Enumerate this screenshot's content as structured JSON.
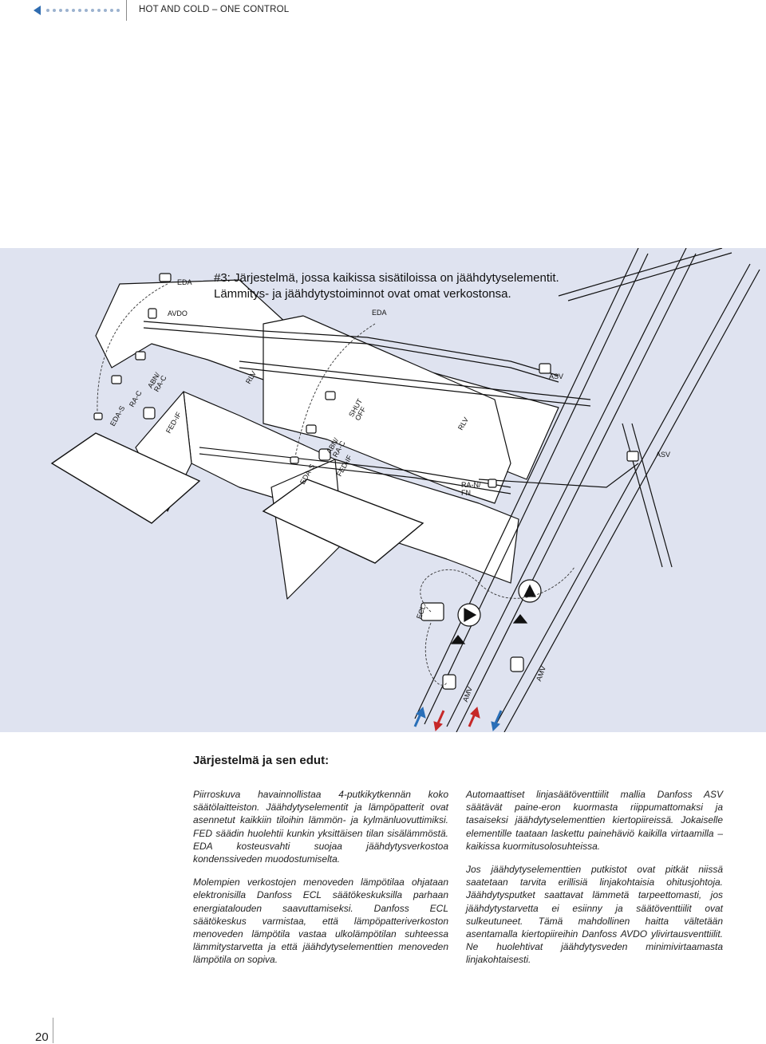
{
  "header": {
    "title": "HOT AND COLD – ONE CONTROL"
  },
  "figure": {
    "caption_line1": "#3: Järjestelmä, jossa kaikissa sisätiloissa on jäähdytyselementit.",
    "caption_line2": "Lämmitys- ja jäähdytystoiminnot ovat omat verkostonsa.",
    "labels": {
      "eda_top": "EDA",
      "avdo": "AVDO",
      "eda_center": "EDA",
      "abn_rac_left": "ABN/\nRA-C",
      "ra_c_left": "RA-C",
      "eda_s_left": "EDA-S",
      "fed_if_left": "FED-IF",
      "rlv_left": "RLV",
      "asv_top": "ASV",
      "shut_off": "SHUT\nOFF",
      "abn_rac_center": "ABN/\nRA-C",
      "eda_s_center": "EDA-S",
      "fed_if_center": "FED-IF",
      "rlv_center": "RLV",
      "asv_right": "ASV",
      "ra_n_fn_1": "RA-N/",
      "ra_n_fn_2": "FN",
      "ecl": "ECL",
      "amv_left": "AMV",
      "amv_right": "AMV"
    },
    "arrow_colors": {
      "supply_cold": "#2a6fb8",
      "supply_hot": "#c62828"
    }
  },
  "body": {
    "heading": "Järjestelmä ja sen edut:",
    "left_paragraphs": [
      "Piirroskuva havainnollistaa 4-putkikytkennän koko säätölaitteiston. Jäähdytyselementit ja lämpöpatterit ovat asennetut kaikkiin tiloihin lämmön- ja kylmänluovuttimiksi. FED säädin huolehtii kunkin yksittäisen tilan sisälämmöstä. EDA kosteusvahti suojaa jäähdytysverkostoa kondenssiveden muodostumiselta.",
      "Molempien verkostojen menoveden lämpötilaa ohjataan elektronisilla Danfoss ECL säätökeskuksilla parhaan energiatalouden saavuttamiseksi. Danfoss ECL säätökeskus varmistaa, että lämpöpatteriverkoston menoveden lämpötila vastaa ulkolämpötilan suhteessa lämmitystarvetta ja että jäähdytyselementtien menoveden lämpötila on sopiva."
    ],
    "right_paragraphs": [
      "Automaattiset linjasäätöventtiilit mallia Danfoss ASV säätävät paine-eron kuormasta riippumattomaksi ja tasaiseksi jäähdytyselementtien kiertopiireissä. Jokaiselle elementille taataan laskettu painehäviö kaikilla virtaamilla – kaikissa kuormitusolosuhteissa.",
      "Jos jäähdytyselementtien putkistot ovat pitkät niissä saatetaan tarvita erillisiä linjakohtaisia ohitusjohtoja. Jäähdytysputket saattavat lämmetä tarpeettomasti, jos jäähdytystarvetta ei esiinny ja säätöventtiilit ovat sulkeutuneet. Tämä mahdollinen haitta vältetään asentamalla kiertopiireihin Danfoss AVDO ylivirtausventtiilit. Ne huolehtivat jäähdytysveden minimivirtaamasta linjakohtaisesti."
    ]
  },
  "footer": {
    "page_number": "20"
  }
}
